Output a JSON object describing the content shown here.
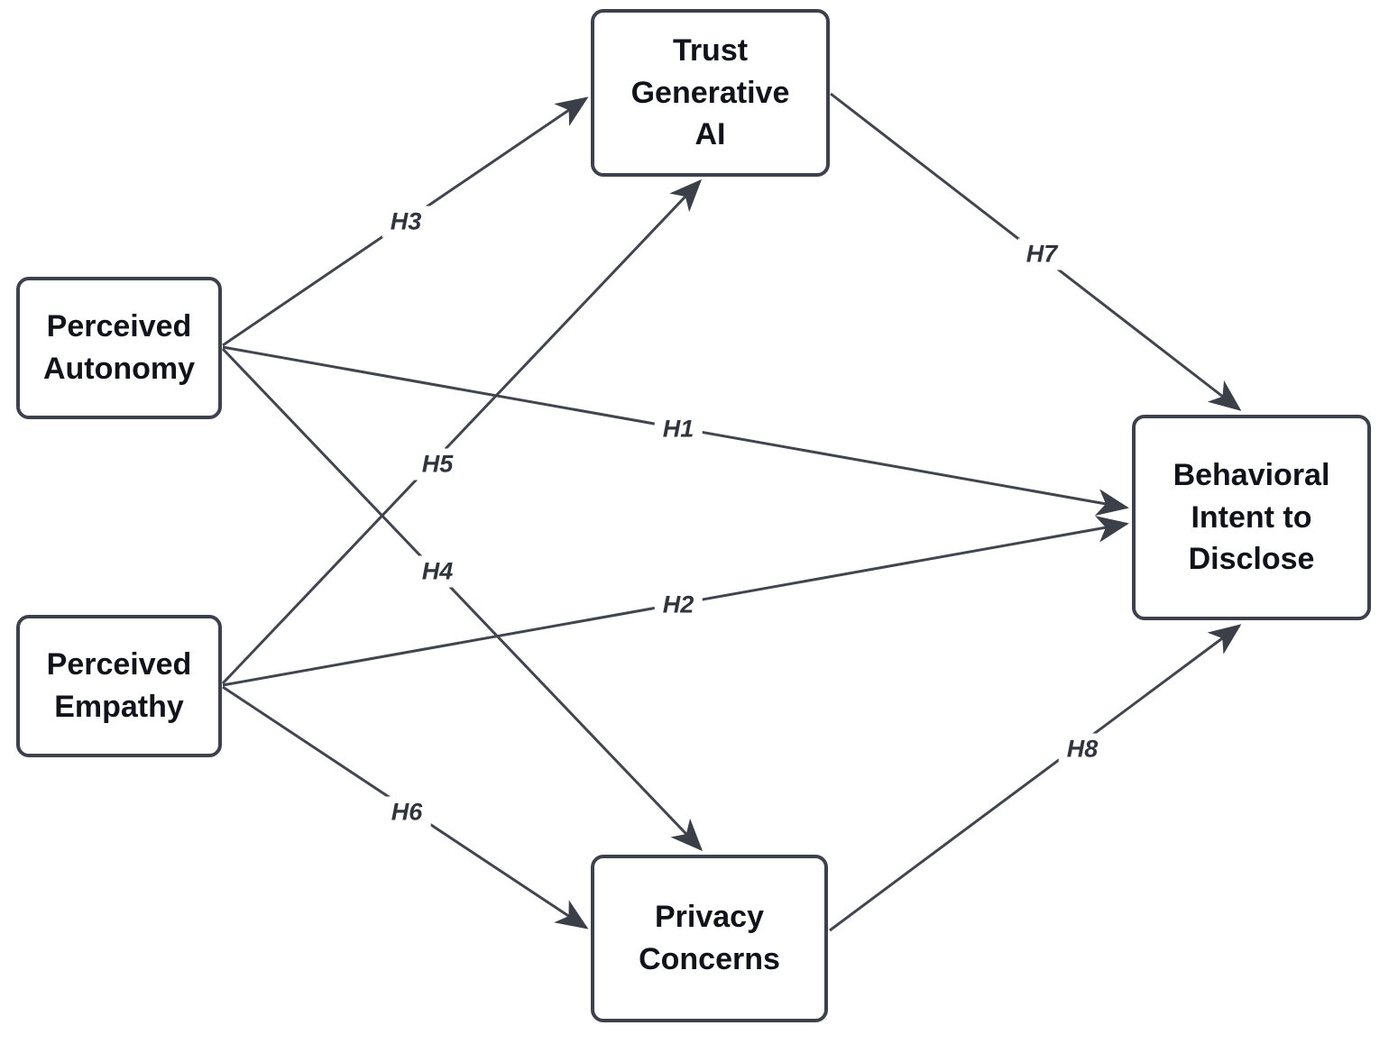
{
  "diagram": {
    "type": "path-model",
    "colors": {
      "background": "#ffffff",
      "node_fill": "#ffffff",
      "node_border": "#3c414b",
      "node_text": "#10131a",
      "edge_stroke": "#40454e",
      "edge_label_text": "#2f343d"
    },
    "nodes": [
      {
        "id": "trust-generative-ai",
        "label": "Trust Generative AI",
        "lines": [
          "Trust",
          "Generative",
          "AI"
        ]
      },
      {
        "id": "perceived-autonomy",
        "label": "Perceived Autonomy",
        "lines": [
          "Perceived",
          "Autonomy"
        ]
      },
      {
        "id": "perceived-empathy",
        "label": "Perceived Empathy",
        "lines": [
          "Perceived",
          "Empathy"
        ]
      },
      {
        "id": "privacy-concerns",
        "label": "Privacy Concerns",
        "lines": [
          "Privacy",
          "Concerns"
        ]
      },
      {
        "id": "behavioral-intent-to-disclose",
        "label": "Behavioral Intent to Disclose",
        "lines": [
          "Behavioral",
          "Intent to",
          "Disclose"
        ]
      }
    ],
    "edges": [
      {
        "label": "H1",
        "from": "Perceived Autonomy",
        "to": "Behavioral Intent to Disclose"
      },
      {
        "label": "H2",
        "from": "Perceived Empathy",
        "to": "Behavioral Intent to Disclose"
      },
      {
        "label": "H3",
        "from": "Perceived Autonomy",
        "to": "Trust Generative AI"
      },
      {
        "label": "H4",
        "from": "Perceived Autonomy",
        "to": "Privacy Concerns"
      },
      {
        "label": "H5",
        "from": "Perceived Empathy",
        "to": "Trust Generative AI"
      },
      {
        "label": "H6",
        "from": "Perceived Empathy",
        "to": "Privacy Concerns"
      },
      {
        "label": "H7",
        "from": "Trust Generative AI",
        "to": "Behavioral Intent to Disclose"
      },
      {
        "label": "H8",
        "from": "Privacy Concerns",
        "to": "Behavioral Intent to Disclose"
      }
    ]
  }
}
